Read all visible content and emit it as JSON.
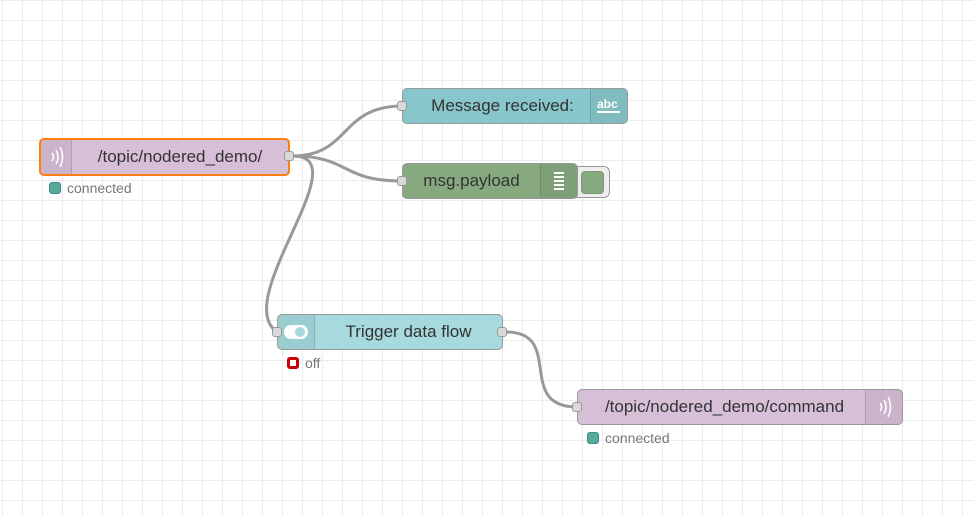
{
  "colors": {
    "mqtt_node": "#d8bfd8",
    "change_node": "#87c7cb",
    "debug_node": "#87a980",
    "switch_node": "#a6dadd",
    "selected_border": "#ff7f0e",
    "status_connected": "#55aa99",
    "status_off": "#cc0000"
  },
  "nodes": {
    "mqtt_in": {
      "label": "/topic/nodered_demo/",
      "icon": "bridge-icon",
      "status": "connected"
    },
    "change": {
      "label": "Message received:",
      "icon": "abc-icon"
    },
    "debug": {
      "label": "msg.payload",
      "icon": "list-icon"
    },
    "switch": {
      "label": "Trigger data flow",
      "icon": "toggle-icon",
      "status": "off"
    },
    "mqtt_out": {
      "label": "/topic/nodered_demo/command",
      "icon": "bridge-icon",
      "status": "connected"
    }
  }
}
